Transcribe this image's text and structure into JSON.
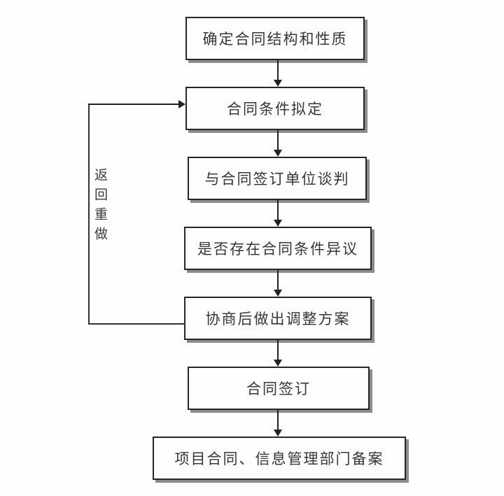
{
  "flowchart": {
    "language": "zh-CN",
    "topic": "contract signing process",
    "nodes": [
      {
        "id": 1,
        "label": "确定合同结构和性质"
      },
      {
        "id": 2,
        "label": "合同条件拟定"
      },
      {
        "id": 3,
        "label": "与合同签订单位谈判"
      },
      {
        "id": 4,
        "label": "是否存在合同条件异议"
      },
      {
        "id": 5,
        "label": "协商后做出调整方案"
      },
      {
        "id": 6,
        "label": "合同签订"
      },
      {
        "id": 7,
        "label": "项目合同、信息管理部门备案"
      }
    ],
    "edges": [
      {
        "from": 1,
        "to": 2,
        "type": "arrow-down"
      },
      {
        "from": 2,
        "to": 3,
        "type": "arrow-down"
      },
      {
        "from": 3,
        "to": 4,
        "type": "arrow-down"
      },
      {
        "from": 4,
        "to": 5,
        "type": "arrow-down"
      },
      {
        "from": 5,
        "to": 6,
        "type": "arrow-down"
      },
      {
        "from": 6,
        "to": 7,
        "type": "arrow-down"
      },
      {
        "from": 5,
        "to": 2,
        "type": "feedback-loop-left",
        "label": "返回重做"
      }
    ],
    "loop": {
      "label": "返回重做"
    },
    "colors": {
      "background": "#fffdfe",
      "node_border": "#262626",
      "node_shadow": "#8c8c8c",
      "text": "#363636",
      "connector": "#222222"
    }
  }
}
